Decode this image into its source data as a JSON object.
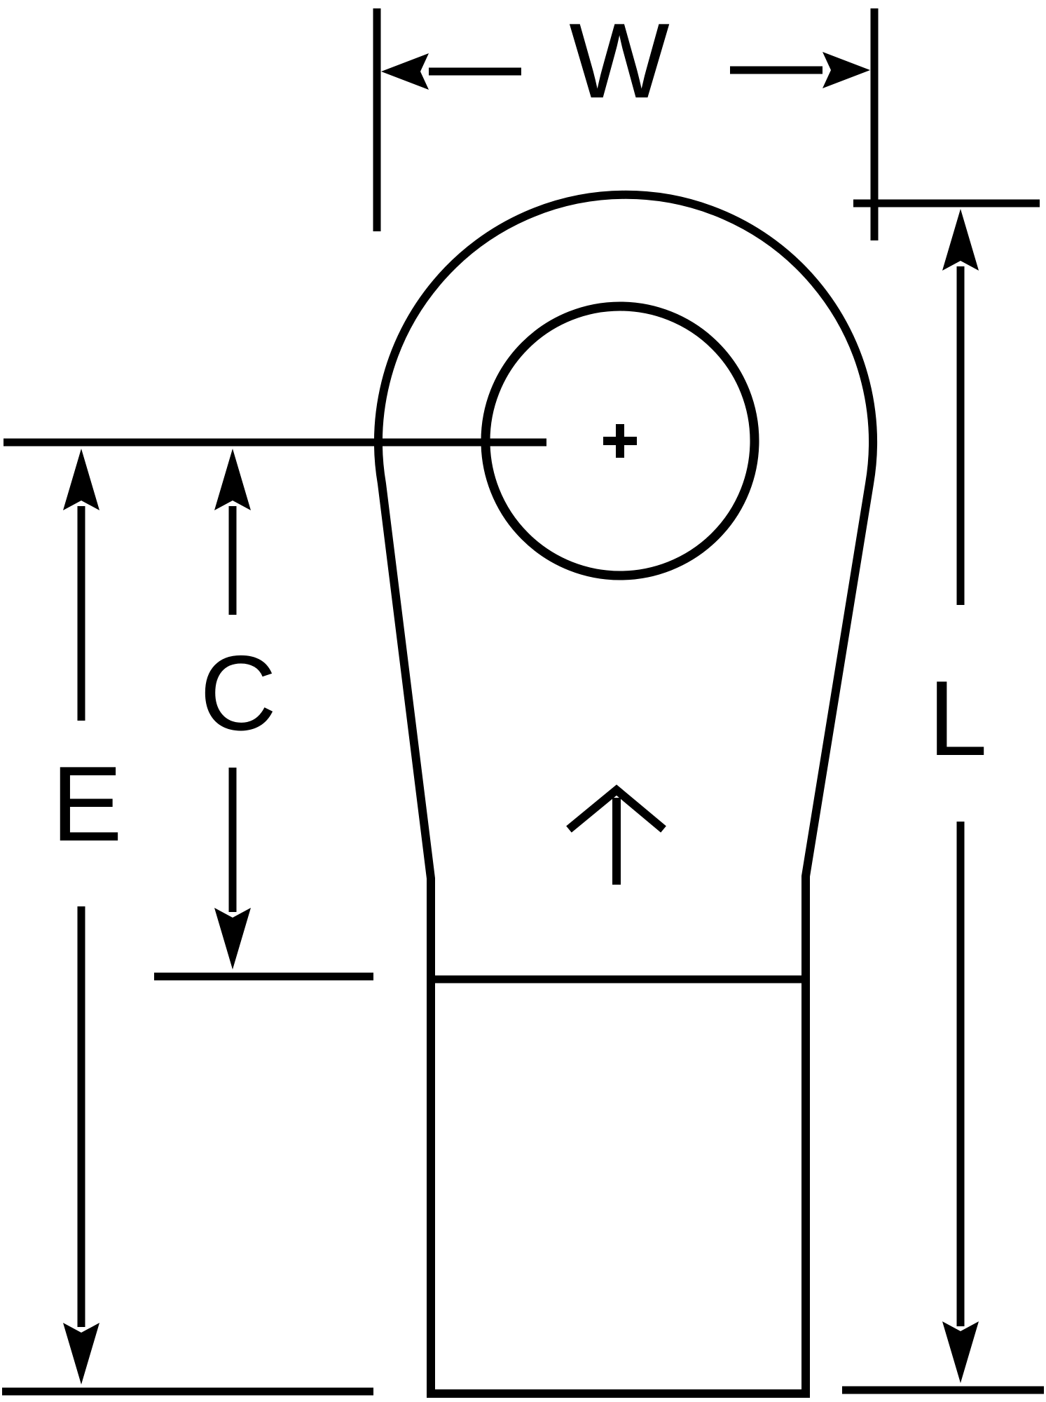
{
  "figure": {
    "kind": "engineering-dimension-diagram",
    "subject": "ring-terminal-lug-top-view"
  },
  "colors": {
    "background": "#ffffff",
    "line": "#000000"
  },
  "dimensions": {
    "width": {
      "label": "W"
    },
    "length": {
      "label": "L"
    },
    "center": {
      "label": "C"
    },
    "end": {
      "label": "E"
    }
  },
  "icons": {
    "center_mark": "+",
    "orientation_arrow": "↑"
  }
}
